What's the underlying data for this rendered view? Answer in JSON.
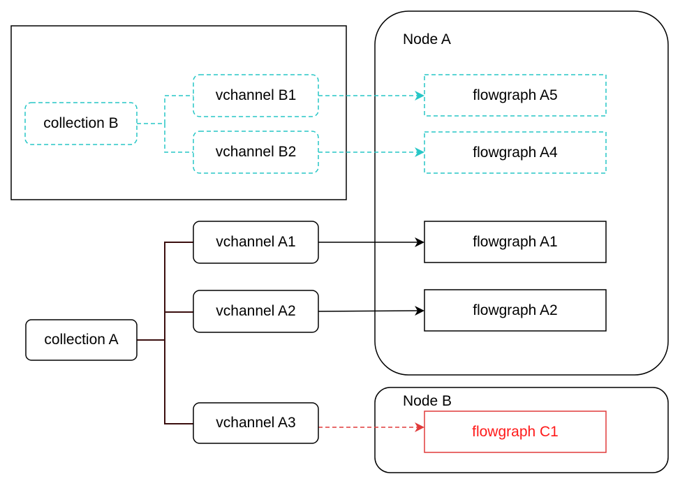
{
  "diagram": {
    "nodes": {
      "node_a": {
        "title": "Node A"
      },
      "node_b": {
        "title": "Node B"
      }
    },
    "collections": {
      "collection_b": {
        "label": "collection B"
      },
      "collection_a": {
        "label": "collection A"
      }
    },
    "vchannels": {
      "b1": {
        "label": "vchannel B1"
      },
      "b2": {
        "label": "vchannel B2"
      },
      "a1": {
        "label": "vchannel A1"
      },
      "a2": {
        "label": "vchannel A2"
      },
      "a3": {
        "label": "vchannel A3"
      }
    },
    "flowgraphs": {
      "a5": {
        "label": "flowgraph A5"
      },
      "a4": {
        "label": "flowgraph A4"
      },
      "a1": {
        "label": "flowgraph A1"
      },
      "a2": {
        "label": "flowgraph A2"
      },
      "c1": {
        "label": "flowgraph C1"
      }
    },
    "colors": {
      "teal": "#26c6c6",
      "black": "#000000",
      "red": "#e03a3a",
      "red_text": "#ff1a1a",
      "dark_line": "#3a0e0e"
    }
  }
}
